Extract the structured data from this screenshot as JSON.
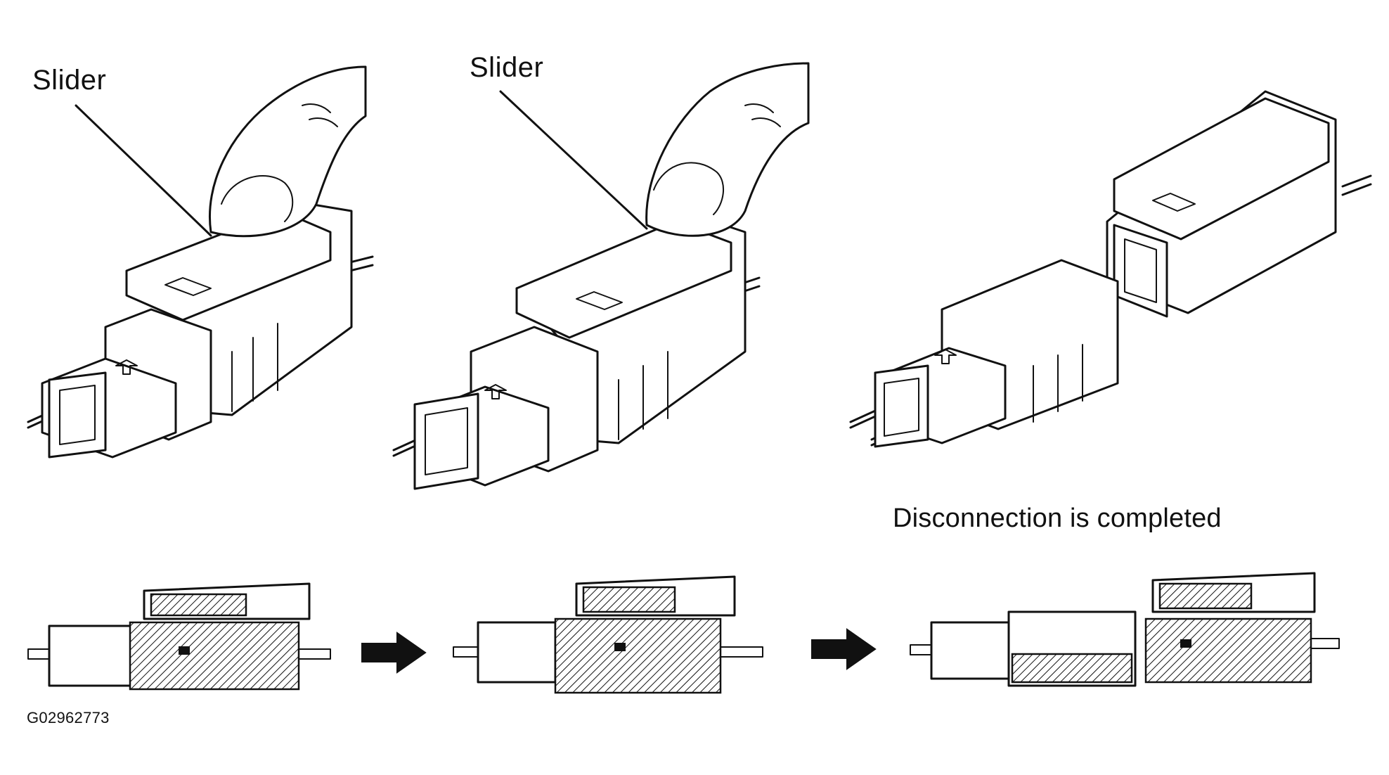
{
  "labels": {
    "slider_1": "Slider",
    "slider_2": "Slider",
    "disconnection": "Disconnection is completed",
    "figure_code": "G02962773"
  },
  "colors": {
    "ink": "#111111",
    "background": "#ffffff"
  },
  "steps": [
    {
      "icon": "connector-pressing-slider"
    },
    {
      "icon": "connector-pulling-apart"
    },
    {
      "icon": "connector-disconnected"
    }
  ],
  "arrows": [
    {
      "icon": "arrow-right-icon"
    },
    {
      "icon": "arrow-right-icon"
    }
  ]
}
